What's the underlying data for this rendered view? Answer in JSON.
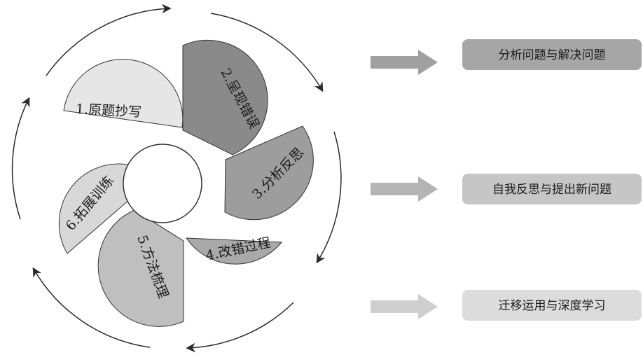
{
  "petals": [
    {
      "label": "1.原题抄写",
      "color": "#e6e6e6"
    },
    {
      "label": "2.呈现错误",
      "color": "#8a8a8a"
    },
    {
      "label": "3.分析反思",
      "color": "#9d9d9d"
    },
    {
      "label": "4.改错过程",
      "color": "#a9a9a9"
    },
    {
      "label": "5.方法梳理",
      "color": "#bfbfbf"
    },
    {
      "label": "6.拓展训练",
      "color": "#d8d8d8"
    }
  ],
  "outcomes": [
    {
      "label": "分析问题与解决问题",
      "box_color": "#a6a6a6",
      "arrow_color": "#a0a0a0"
    },
    {
      "label": "自我反思与提出新问题",
      "box_color": "#c6c6c6",
      "arrow_color": "#b4b4b4"
    },
    {
      "label": "迁移运用与深度学习",
      "box_color": "#dcdcdc",
      "arrow_color": "#cfcfcf"
    }
  ],
  "colors": {
    "stroke": "#333333",
    "cycle_arrow": "#2a2a2a"
  }
}
